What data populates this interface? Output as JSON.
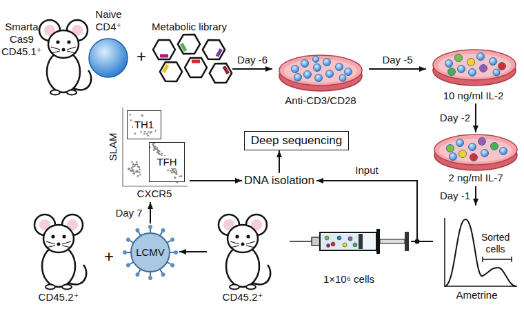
{
  "diagram": {
    "nodes": [
      {
        "text": [
          "Smarta Cas9 CD45.1⁺"
        ]
      },
      {
        "text": [
          "Naive CD4⁺"
        ]
      },
      {
        "text": [
          "Metabolic library"
        ]
      },
      {
        "text": [
          "Anti-CD3/CD28"
        ]
      },
      {
        "text": [
          "10 ng/ml IL-2"
        ]
      },
      {
        "text": [
          "2 ng/ml IL-7"
        ]
      },
      {
        "text": [
          "Sorted cells",
          "Ametrine"
        ]
      },
      {
        "text": [
          "1×10⁶ cells"
        ]
      },
      {
        "text": [
          "CD45.2⁺"
        ]
      },
      {
        "text": [
          "CD45.2⁺"
        ]
      },
      {
        "text": [
          "LCMV"
        ]
      },
      {
        "text": [
          "SLAM",
          "CXCR5"
        ]
      },
      {
        "text": [
          "TH1"
        ],
        "in": 11
      },
      {
        "text": [
          "TFH"
        ],
        "in": 11
      },
      {
        "text": [
          "DNA isolation"
        ]
      },
      {
        "text": [
          "Deep sequencing"
        ]
      }
    ],
    "edges": [
      {
        "from": 2,
        "to": 3,
        "arrow": "to",
        "label": "Day -6"
      },
      {
        "from": 3,
        "to": 4,
        "arrow": "to",
        "label": "Day -5"
      },
      {
        "from": 4,
        "to": 5,
        "arrow": "to",
        "label": "Day -2"
      },
      {
        "from": 5,
        "to": 6,
        "arrow": "to",
        "label": "Day -1"
      },
      {
        "from": 6,
        "to": 7,
        "arrow": "none"
      },
      {
        "from": 6,
        "to": 14,
        "arrow": "to",
        "label": "Input"
      },
      {
        "from": 8,
        "to": 10,
        "arrow": "to"
      },
      {
        "from": 10,
        "to": 11,
        "arrow": "to",
        "label": "Day 7"
      },
      {
        "from": 11,
        "to": 14,
        "arrow": "to"
      },
      {
        "from": 14,
        "to": 15,
        "arrow": "to"
      }
    ],
    "labels": [
      "+",
      "+"
    ]
  }
}
